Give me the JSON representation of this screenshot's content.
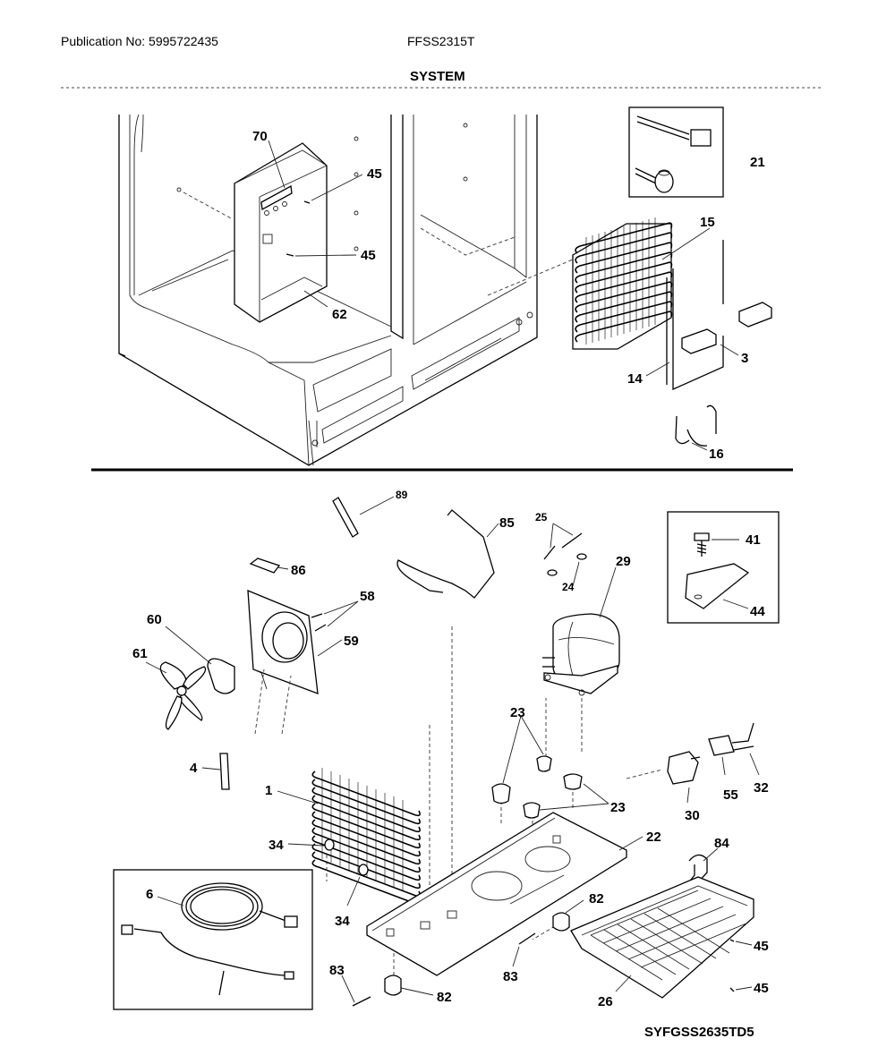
{
  "header": {
    "publication": "Publication No: 5995722435",
    "model": "FFSS2315T",
    "section_title": "SYSTEM"
  },
  "footer": {
    "drawing_code": "SYFGSS2635TD5"
  },
  "callouts": {
    "c70": "70",
    "c45a": "45",
    "c45b": "45",
    "c62": "62",
    "c21": "21",
    "c15": "15",
    "c14": "14",
    "c3": "3",
    "c16": "16",
    "c89": "89",
    "c85": "85",
    "c25": "25",
    "c24": "24",
    "c29": "29",
    "c41": "41",
    "c44": "44",
    "c86": "86",
    "c58": "58",
    "c59": "59",
    "c60": "60",
    "c61": "61",
    "c4": "4",
    "c1": "1",
    "c23a": "23",
    "c23b": "23",
    "c30": "30",
    "c55": "55",
    "c32": "32",
    "c22": "22",
    "c84": "84",
    "c34a": "34",
    "c34b": "34",
    "c6": "6",
    "c82a": "82",
    "c82b": "82",
    "c83a": "83",
    "c83b": "83",
    "c45c": "45",
    "c45d": "45",
    "c26": "26"
  }
}
